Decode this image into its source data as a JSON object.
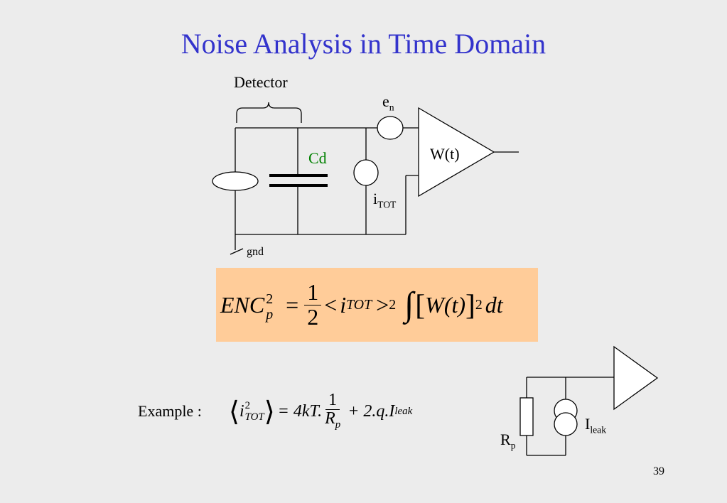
{
  "title": "Noise Analysis in Time Domain",
  "circuit": {
    "detector_label": "Detector",
    "en_label_main": "e",
    "en_label_sub": "n",
    "cd_label": "Cd",
    "wt_label": "W(t)",
    "itot_label_main": "i",
    "itot_label_sub": "TOT",
    "gnd_label": "gnd"
  },
  "enc_formula": {
    "lhs_main": "ENC",
    "lhs_sup": "2",
    "lhs_sub": "p",
    "equals": "=",
    "frac_num": "1",
    "frac_den": "2",
    "lt": "<",
    "i_main": "i",
    "i_sub": "TOT",
    "gt": ">",
    "power": "2",
    "integral": "∫",
    "bracket_open": "[",
    "w_expr": "W(t)",
    "bracket_close": "]",
    "bracket_power": "2",
    "dt": "dt"
  },
  "example": {
    "label": "Example :",
    "lhs_i": "i",
    "lhs_sup": "2",
    "lhs_sub": "TOT",
    "rhs_coeff": "= 4kT.",
    "frac_num": "1",
    "frac_den_main": "R",
    "frac_den_sub": "p",
    "rhs_tail": "+ 2.q.I",
    "rhs_tail_sub": "leak"
  },
  "small_circuit": {
    "rp_main": "R",
    "rp_sub": "p",
    "ileak_main": "I",
    "ileak_sub": "leak"
  },
  "page_number": "39",
  "colors": {
    "title": "#3333cc",
    "cd_label": "#008000",
    "formula_box": "#ffcc99",
    "background": "#ececec"
  }
}
